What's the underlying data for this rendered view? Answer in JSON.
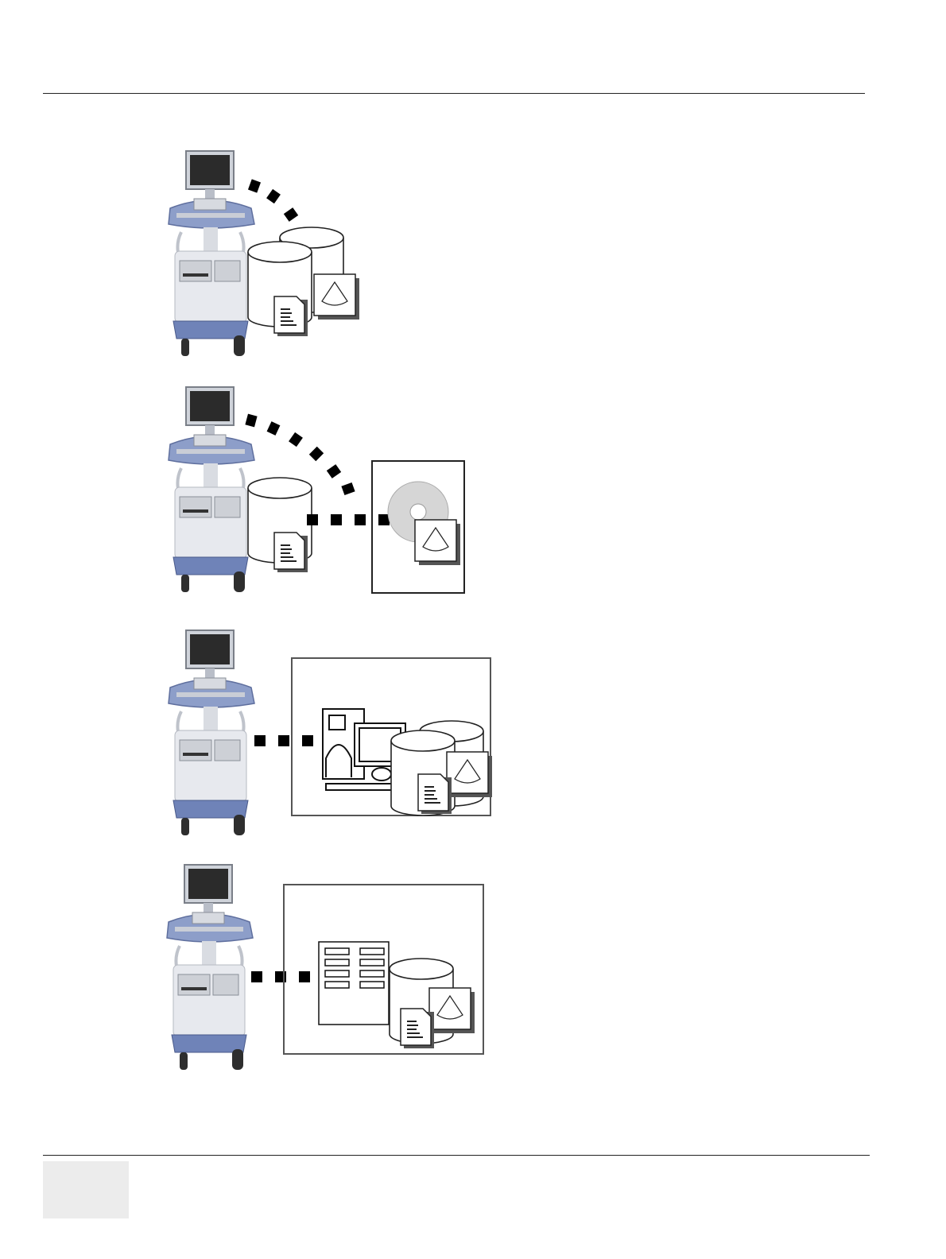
{
  "page": {
    "background": "#ffffff",
    "rule_color": "#222222",
    "footer_box_color": "#ececec"
  },
  "colors": {
    "cart_blue": "#6f83b8",
    "cart_body": "#e7e9ee",
    "monitor_screen": "#2b2b2b",
    "link_dots": "#000000",
    "disc": "#d6d6d6"
  },
  "panels": [
    {
      "id": "local-archive",
      "icons": [
        "ultrasound-system-icon",
        "database-icon",
        "document-icon",
        "image-sector-icon"
      ]
    },
    {
      "id": "removable-media",
      "icons": [
        "ultrasound-system-icon",
        "database-icon",
        "document-icon",
        "cd-disc-icon",
        "image-sector-icon"
      ]
    },
    {
      "id": "network-workstation",
      "icons": [
        "ultrasound-system-icon",
        "computer-icon",
        "database-icon",
        "document-icon",
        "image-sector-icon"
      ]
    },
    {
      "id": "network-server",
      "icons": [
        "ultrasound-system-icon",
        "server-rack-icon",
        "database-icon",
        "document-icon",
        "image-sector-icon"
      ]
    }
  ]
}
